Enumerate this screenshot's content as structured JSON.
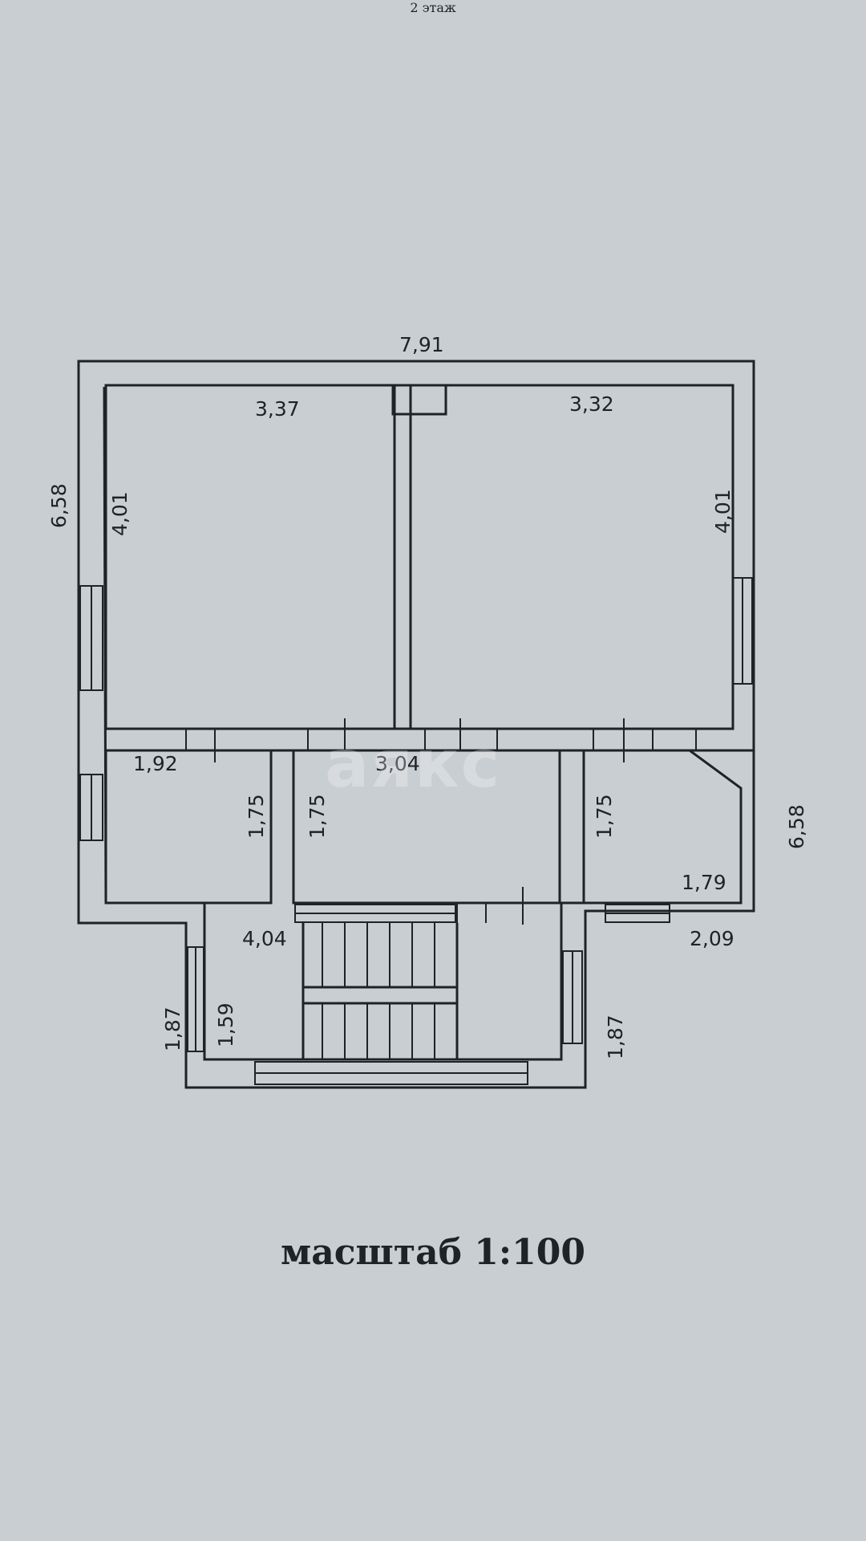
{
  "header": {
    "title": "2 этаж"
  },
  "footer": {
    "scale": "масштаб 1:100"
  },
  "watermark": "аякс",
  "dimensions": {
    "overall_width": "7,91",
    "overall_height_left": "6,58",
    "overall_height_right": "6,58",
    "room1_width": "3,37",
    "room1_height": "4,01",
    "room2_width": "3,32",
    "room2_height": "4,01",
    "room3_width": "1,92",
    "room3_height": "1,75",
    "hall_width": "3,04",
    "hall_height": "1,75",
    "room5_height": "1,75",
    "room5_width": "1,79",
    "right_offset": "2,09",
    "stair_width": "4,04",
    "stair_height_left": "1,87",
    "stair_inner_height": "1,59",
    "stair_height_right": "1,87"
  }
}
